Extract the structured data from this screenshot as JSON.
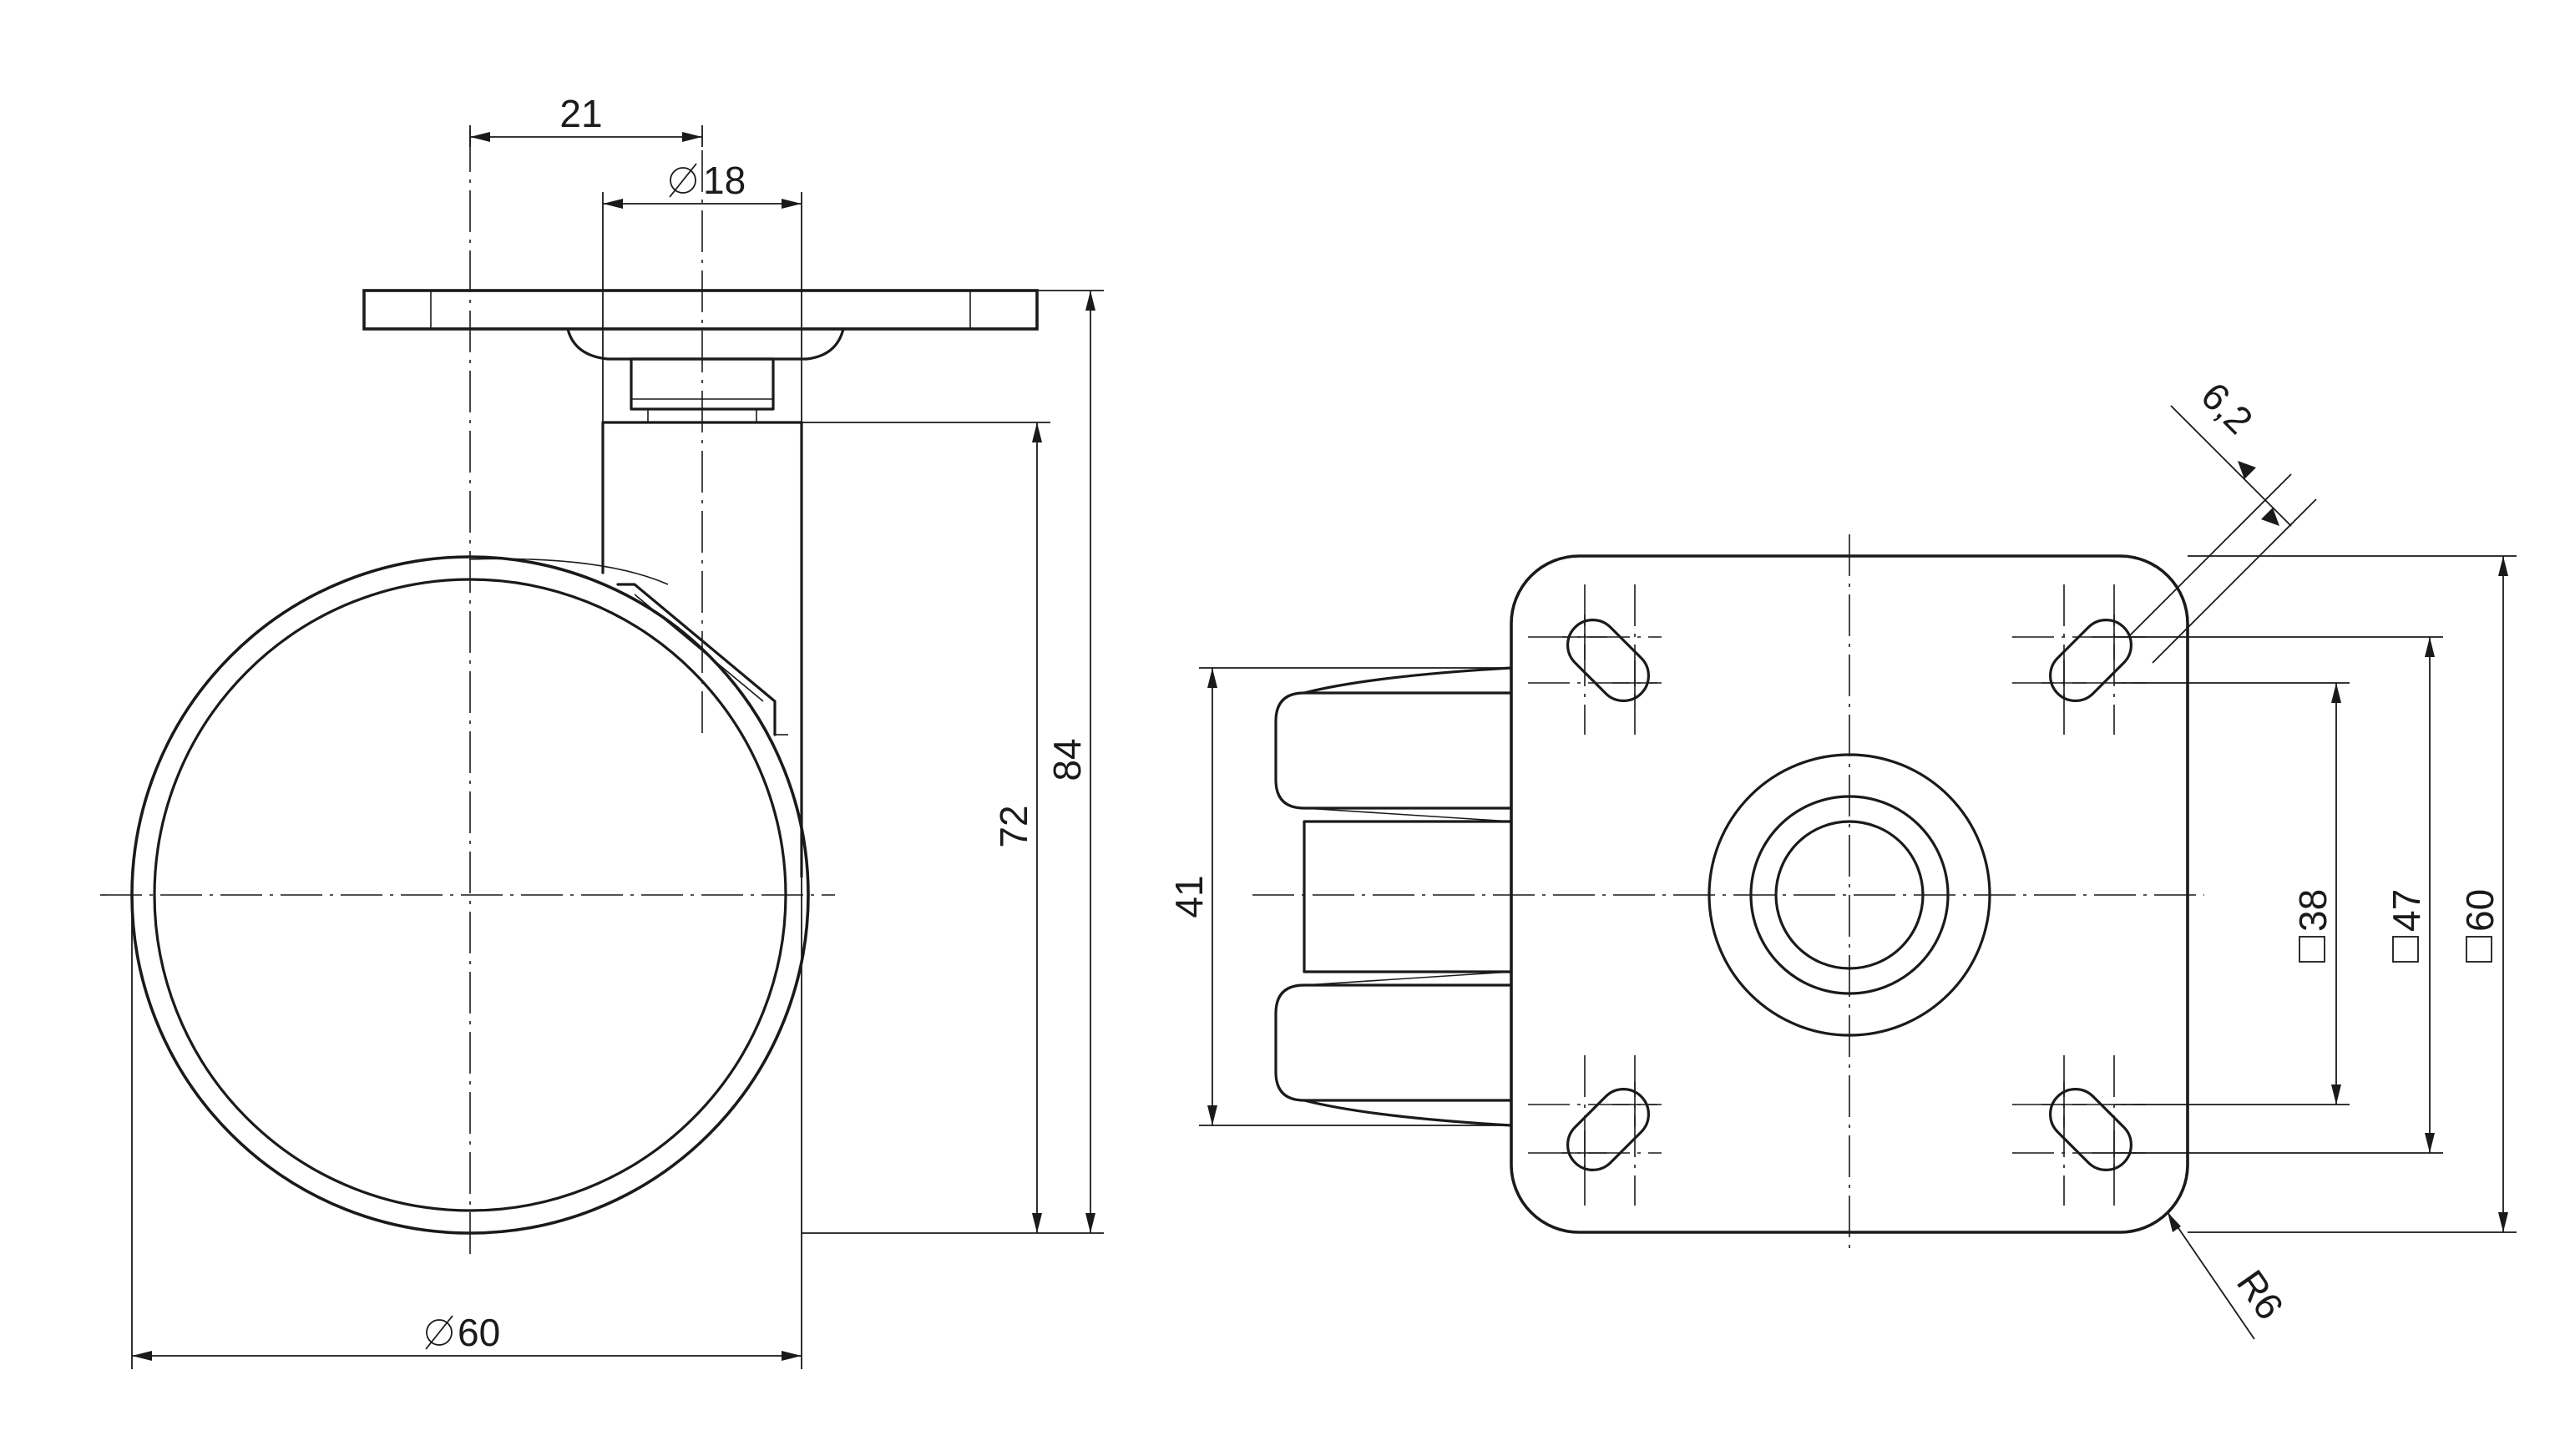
{
  "drawing": {
    "ink_color": "#1a1a1a",
    "background_color": "#ffffff",
    "side_view": {
      "dim_offset": "21",
      "dim_stem_diameter": "18",
      "dim_stem_height": "72",
      "dim_total_height": "84",
      "dim_wheel_diameter": "60"
    },
    "plate_view": {
      "dim_wheel_width": "41",
      "dim_slot_width": "6,2",
      "dim_bolt_square_inner": "38",
      "dim_bolt_square_outer": "47",
      "dim_plate_square": "60",
      "dim_corner_radius": "R6"
    }
  }
}
